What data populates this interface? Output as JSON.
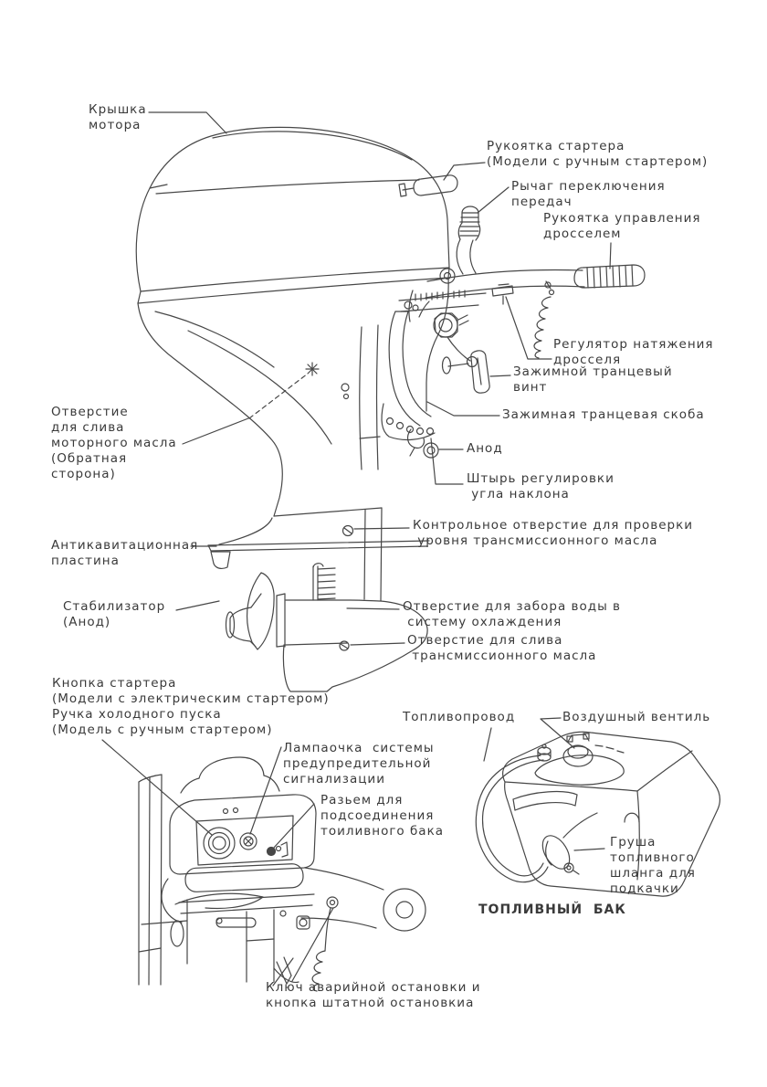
{
  "page": {
    "background": "#ffffff",
    "line_color": "#474747",
    "text_color": "#3a3a3a",
    "figures": [
      "motor-side-view",
      "motor-front-view",
      "fuel-tank"
    ]
  },
  "labels": {
    "motor_cover": {
      "text": "Крышка\nмотора"
    },
    "starter_handle": {
      "text": "Рукоятка стартера\n(Модели с ручным стартером)"
    },
    "gear_shift": {
      "text": "Рычаг переключения\nпередач"
    },
    "throttle_grip": {
      "text": "Рукоятка управления\nдросселем"
    },
    "throttle_tension": {
      "text": "Регулятор натяжения\nдросселя"
    },
    "clamp_screw": {
      "text": "Зажимной транцевый\nвинт"
    },
    "clamp_bracket": {
      "text": "Зажимная транцевая скоба"
    },
    "oil_drain": {
      "text": "Отверстие\nдля слива\nмоторного масла\n(Обратная\nсторона)"
    },
    "anode": {
      "text": "Анод"
    },
    "tilt_pin": {
      "text": "Штырь регулировки\n угла наклона"
    },
    "check_hole": {
      "text": "Контрольное отверстие для проверки\n уровня трансмиссионного масла"
    },
    "anticavitation": {
      "text": "Антикавитационная\nпластина"
    },
    "stabilizer": {
      "text": "Стабилизатор\n(Анод)"
    },
    "water_intake": {
      "text": "Отверстие для забора воды в\n систему охлаждения"
    },
    "trans_drain": {
      "text": "Отверстие для слива\n трансмиссионного масла"
    },
    "starter_button": {
      "text": "Кнопка стартера\n(Модели с электрическим стартером)\nРучка холодного пуска\n(Модель с ручным стартером)"
    },
    "fuel_line": {
      "text": "Топливопровод"
    },
    "air_valve": {
      "text": "Воздушный вентиль"
    },
    "warning_lamp": {
      "text": "Лампаочка  системы\nпредупредительной\nсигнализации"
    },
    "tank_connector": {
      "text": "Разьем для\nподсоединения\nтоиливного бака"
    },
    "primer_bulb": {
      "text": "Груша\nтопливного\nшланга для\nподкачки"
    },
    "tank_title": {
      "text": "ТОПЛИВНЫЙ  БАК"
    },
    "emergency_stop": {
      "text": "Ключ аварийной остановки и\nкнопка штатной остановкиа"
    }
  }
}
